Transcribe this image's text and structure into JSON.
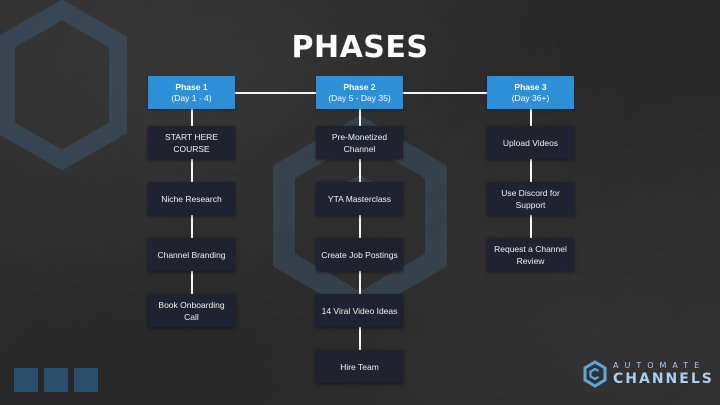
{
  "title": "PHASES",
  "phases": [
    {
      "title": "Phase 1",
      "subtitle": "(Day 1 - 4)",
      "steps": [
        "START HERE COURSE",
        "Niche Research",
        "Channel Branding",
        "Book Onboarding Call"
      ]
    },
    {
      "title": "Phase 2",
      "subtitle": "(Day 5 - Day 35)",
      "steps": [
        "Pre-Monetized Channel",
        "YTA Masterclass",
        "Create Job Postings",
        "14 Viral Video Ideas",
        "Hire Team"
      ]
    },
    {
      "title": "Phase 3",
      "subtitle": "(Day 36+)",
      "steps": [
        "Upload Videos",
        "Use Discord for Support",
        "Request a Channel Review"
      ]
    }
  ],
  "brand": {
    "line1": "AUTOMATE",
    "line2": "CHANNELS",
    "icon": "automate-channels-logo-icon"
  },
  "colors": {
    "phase_header": "#2d8fd6",
    "step_box": "#1f2230",
    "connector": "#f4f4f4",
    "title": "#ffffff"
  }
}
